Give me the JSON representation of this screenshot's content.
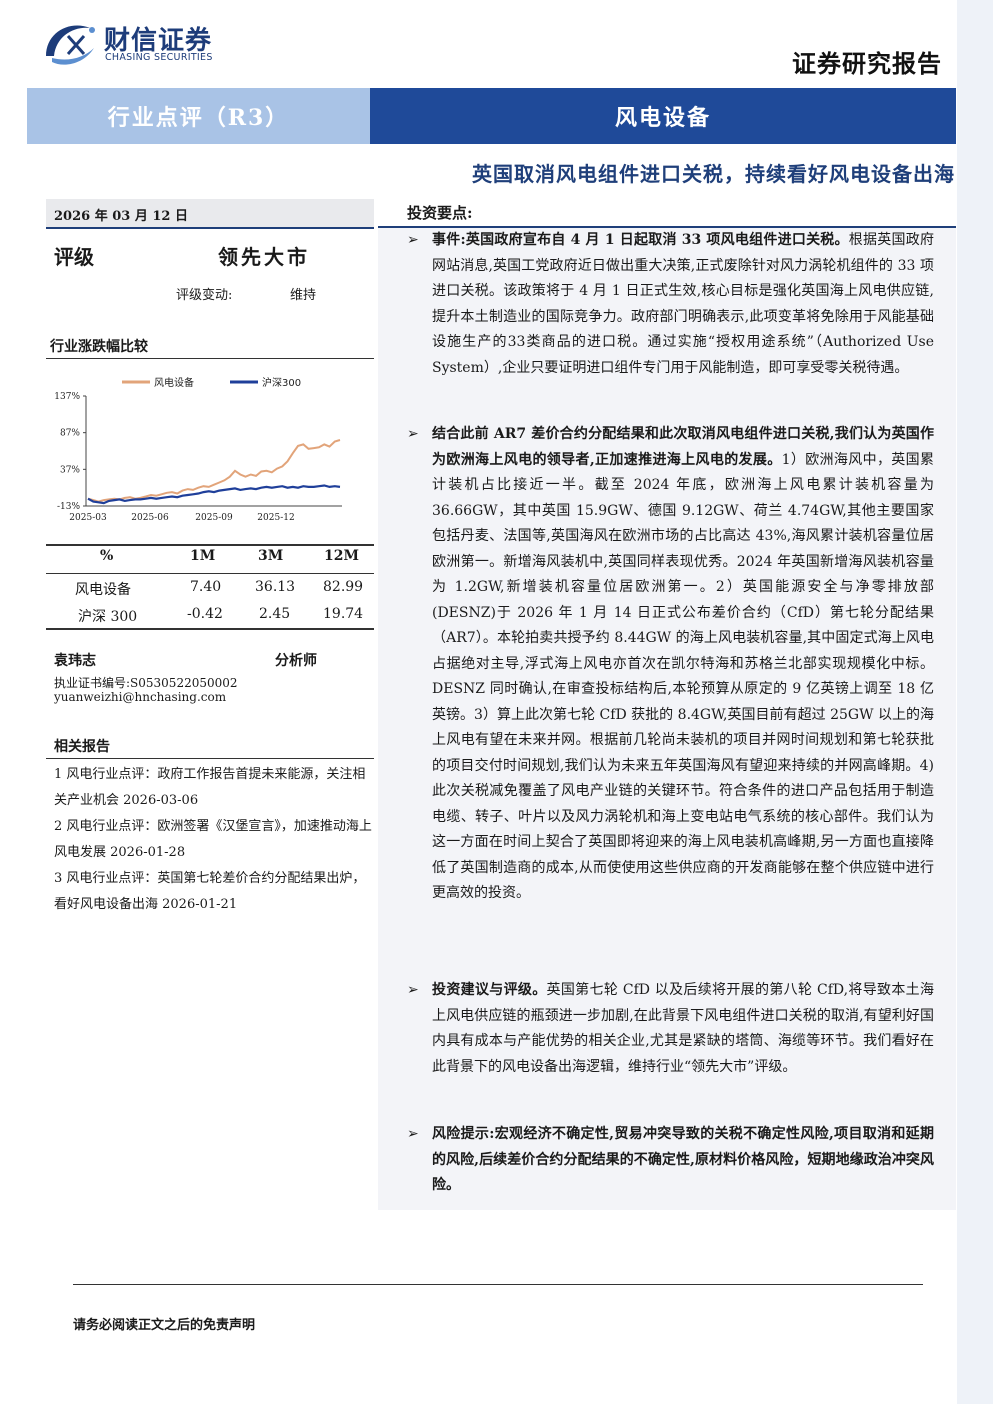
{
  "header": {
    "logo_cn": "财信证券",
    "logo_en": "CHASING SECURITIES",
    "report_type": "证券研究报告",
    "category": "行业点评（R3）",
    "industry": "风电设备",
    "headline": "英国取消风电组件进口关税，持续看好风电设备出海"
  },
  "sidebar": {
    "date": "2026 年 03 月 12 日",
    "rating_label": "评级",
    "rating_value": "领先大市",
    "rating_change_label": "评级变动:",
    "rating_change_value": "维持",
    "chart_section_title": "行业涨跌幅比较",
    "table": {
      "headers": [
        "%",
        "1M",
        "3M",
        "12M"
      ],
      "rows": [
        [
          "风电设备",
          "7.40",
          "36.13",
          "82.99"
        ],
        [
          "沪深 300",
          "-0.42",
          "2.45",
          "19.74"
        ]
      ]
    },
    "analyst": {
      "name": "袁玮志",
      "role": "分析师",
      "cert": "执业证书编号:S0530522050002",
      "email": "yuanweizhi@hnchasing.com"
    },
    "related_title": "相关报告",
    "related": [
      "1 风电行业点评：政府工作报告首提未来能源，关注相关产业机会 2026-03-06",
      "2 风电行业点评：欧洲签署《汉堡宣言》，加速推动海上风电发展 2026-01-28",
      "3 风电行业点评：英国第七轮差价合约分配结果出炉，看好风电设备出海 2026-01-21"
    ]
  },
  "chart_data": {
    "type": "line",
    "title": "",
    "xlabel": "",
    "ylabel": "",
    "x_ticks": [
      "2025-03",
      "2025-06",
      "2025-09",
      "2025-12"
    ],
    "y_ticks": [
      "137%",
      "87%",
      "37%",
      "-13%"
    ],
    "ylim": [
      -13,
      137
    ],
    "legend_position": "top",
    "grid": false,
    "series": [
      {
        "name": "风电设备",
        "color": "#e2a47a",
        "values": [
          -3,
          -5,
          -7,
          -5,
          -4,
          -3,
          -4,
          -2,
          -1,
          -3,
          -2,
          0,
          2,
          1,
          3,
          5,
          6,
          4,
          8,
          10,
          9,
          12,
          14,
          13,
          16,
          19,
          22,
          27,
          35,
          30,
          27,
          30,
          28,
          34,
          35,
          33,
          38,
          41,
          48,
          59,
          69,
          71,
          65,
          66,
          67,
          71,
          68,
          75,
          77
        ]
      },
      {
        "name": "沪深300",
        "color": "#1f3f9a",
        "values": [
          -3,
          -7,
          -8,
          -9,
          -6,
          -5,
          -4,
          -6,
          -5,
          -4,
          -4,
          -3,
          -2,
          -3,
          -2,
          -1,
          0,
          -1,
          1,
          2,
          3,
          4,
          6,
          7,
          6,
          8,
          9,
          10,
          11,
          9,
          10,
          11,
          10,
          12,
          13,
          12,
          13,
          14,
          12,
          13,
          12,
          14,
          13,
          13,
          14,
          15,
          13,
          14,
          13
        ]
      }
    ]
  },
  "investment": {
    "title": "投资要点:",
    "points": [
      {
        "lead": "事件:英国政府宣布自 4 月 1 日起取消 33 项风电组件进口关税。",
        "body": "根据英国政府网站消息,英国工党政府近日做出重大决策,正式废除针对风力涡轮机组件的 33 项进口关税。该政策将于 4 月 1 日正式生效,核心目标是强化英国海上风电供应链,提升本土制造业的国际竞争力。政府部门明确表示,此项变革将免除用于风能基础设施生产的33类商品的进口税。通过实施“授权用途系统”（Authorized Use System）,企业只要证明进口组件专门用于风能制造，即可享受零关税待遇。"
      },
      {
        "lead": "结合此前 AR7 差价合约分配结果和此次取消风电组件进口关税,我们认为英国作为欧洲海上风电的领导者,正加速推进海上风电的发展。",
        "body": "1）欧洲海风中，英国累计装机占比接近一半。截至 2024 年底，欧洲海上风电累计装机容量为 36.66GW，其中英国 15.9GW、德国 9.12GW、荷兰 4.74GW,其他主要国家包括丹麦、法国等,英国海风在欧洲市场的占比高达 43%,海风累计装机容量位居欧洲第一。新增海风装机中,英国同样表现优秀。2024 年英国新增海风装机容量为 1.2GW,新增装机容量位居欧洲第一。2）英国能源安全与净零排放部(DESNZ)于 2026 年 1 月 14 日正式公布差价合约（CfD）第七轮分配结果（AR7）。本轮拍卖共授予约 8.44GW 的海上风电装机容量,其中固定式海上风电占据绝对主导,浮式海上风电亦首次在凯尔特海和苏格兰北部实现规模化中标。DESNZ 同时确认,在审查投标结构后,本轮预算从原定的 9 亿英镑上调至 18 亿英镑。3）算上此次第七轮 CfD 获批的 8.4GW,英国目前有超过 25GW 以上的海上风电有望在未来并网。根据前几轮尚未装机的项目并网时间规划和第七轮获批的项目交付时间规划,我们认为未来五年英国海风有望迎来持续的并网高峰期。4)此次关税减免覆盖了风电产业链的关键环节。符合条件的进口产品包括用于制造电缆、转子、叶片以及风力涡轮机和海上变电站电气系统的核心部件。我们认为这一方面在时间上契合了英国即将迎来的海上风电装机高峰期,另一方面也直接降低了英国制造商的成本,从而使使用这些供应商的开发商能够在整个供应链中进行更高效的投资。"
      },
      {
        "lead": "投资建议与评级。",
        "body": "英国第七轮 CfD 以及后续将开展的第八轮 CfD,将导致本土海上风电供应链的瓶颈进一步加剧,在此背景下风电组件进口关税的取消,有望利好国内具有成本与产能优势的相关企业,尤其是紧缺的塔筒、海缆等环节。我们看好在此背景下的风电设备出海逻辑，维持行业“领先大市”评级。"
      },
      {
        "lead": "风险提示:宏观经济不确定性,贸易冲突导致的关税不确定性风险,项目取消和延期的风险,后续差价合约分配结果的不确定性,原材料价格风险，短期地缘政治冲突风险。",
        "body": ""
      }
    ]
  },
  "footer": {
    "disclaimer": "请务必阅读正文之后的免责声明"
  },
  "colors": {
    "brand_dark": "#1f4a99",
    "brand_light": "#a9c3e6",
    "headline": "#1f3f7a"
  }
}
